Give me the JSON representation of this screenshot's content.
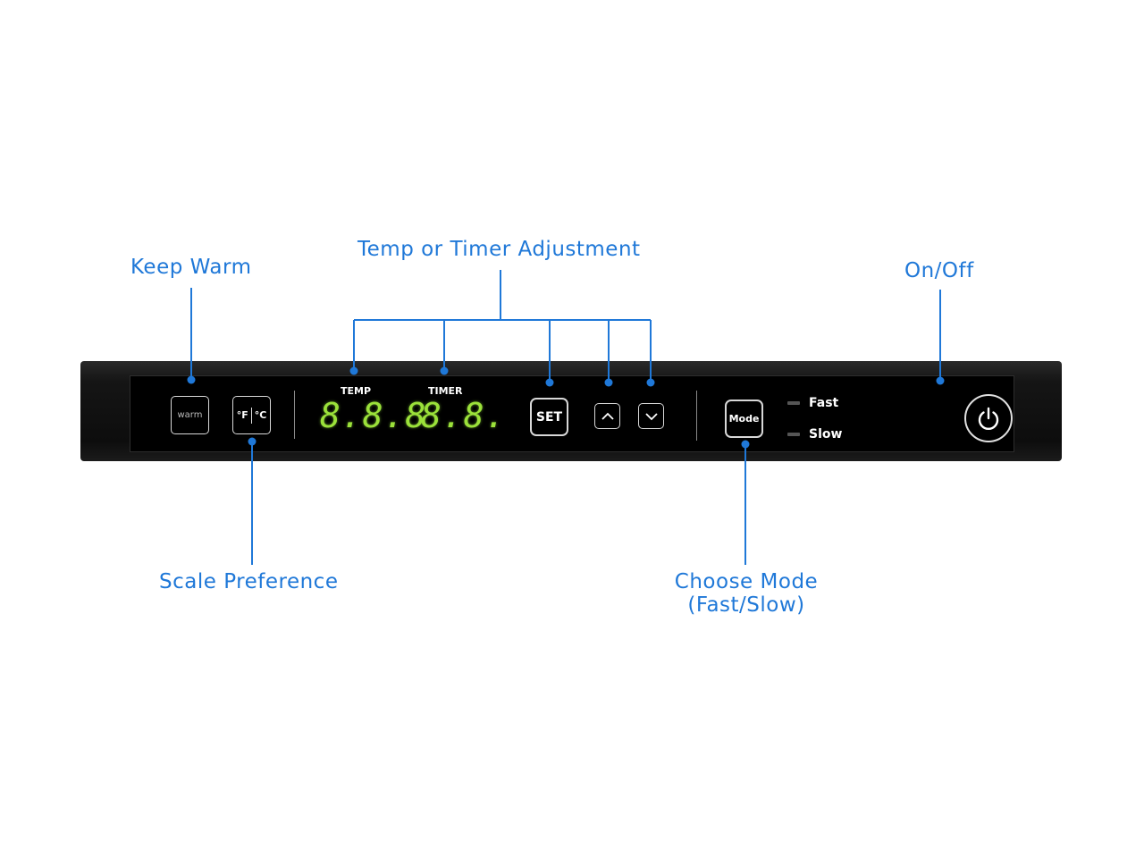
{
  "callouts": {
    "keep_warm": "Keep Warm",
    "adjust": "Temp or Timer Adjustment",
    "on_off": "On/Off",
    "scale": "Scale Preference",
    "mode_line1": "Choose Mode",
    "mode_line2": "(Fast/Slow)"
  },
  "panel": {
    "warm_button": "warm",
    "scale_button_f": "°F",
    "scale_button_c": "°C",
    "temp_label": "TEMP",
    "timer_label": "TIMER",
    "temp_display": "8.8.8",
    "timer_display": "8.8.",
    "set_button": "SET",
    "mode_button": "Mode",
    "fast_label": "Fast",
    "slow_label": "Slow"
  },
  "icons": {
    "up": "chevron-up-icon",
    "down": "chevron-down-icon",
    "power": "power-icon"
  },
  "colors": {
    "callout": "#1f78d8",
    "display": "#9be13a",
    "panel": "#000000"
  }
}
